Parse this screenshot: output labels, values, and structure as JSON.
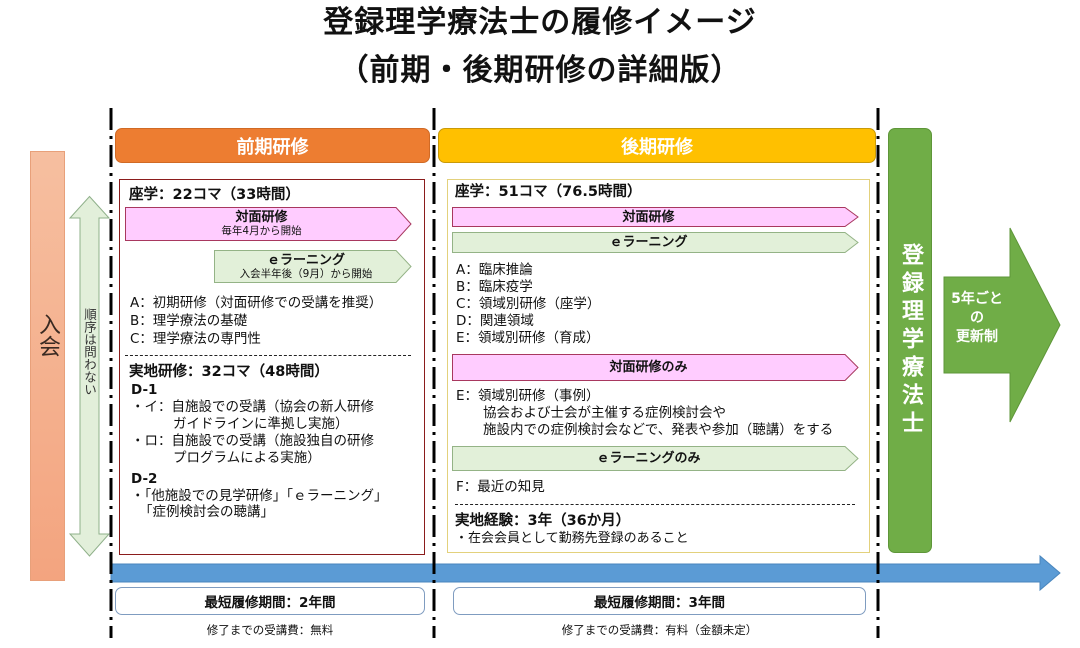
{
  "title": {
    "line1": "登録理学療法士の履修イメージ",
    "line2": "（前期・後期研修の詳細版）"
  },
  "membership": {
    "label": "入会"
  },
  "order_note": {
    "label": "順序は問わない"
  },
  "early": {
    "header": "前期研修",
    "classroom": {
      "heading": "座学：22コマ（33時間）",
      "face_to_face": {
        "label": "対面研修",
        "sub": "毎年4月から開始"
      },
      "elearning": {
        "label": "ｅラーニング",
        "sub": "入会半年後（9月）から開始"
      },
      "items": [
        "A：初期研修（対面研修での受講を推奨）",
        "B：理学療法の基礎",
        "C：理学療法の専門性"
      ]
    },
    "practical": {
      "heading": "実地研修：32コマ（48時間）",
      "d1_label": "D-1",
      "d1_items": [
        {
          "first": "・イ：自施設での受講（協会の新人研修",
          "cont": "ガイドラインに準拠し実施）"
        },
        {
          "first": "・ロ：自施設での受講（施設独自の研修",
          "cont": "プログラムによる実施）"
        }
      ],
      "d2_label": "D-2",
      "d2_items": [
        {
          "first": "・「他施設での見学研修」「ｅラーニング」",
          "cont": "「症例検討会の聴講」"
        }
      ]
    },
    "duration": "最短履修期間：2年間",
    "fee": "修了までの受講費：無料"
  },
  "late": {
    "header": "後期研修",
    "classroom": {
      "heading": "座学：51コマ（76.5時間）",
      "face_to_face": {
        "label": "対面研修"
      },
      "elearning": {
        "label": "ｅラーニング"
      },
      "items": [
        "A：臨床推論",
        "B：臨床疫学",
        "C：領域別研修（座学）",
        "D：関連領域",
        "E：領域別研修（育成）"
      ],
      "face_to_face_only": {
        "label": "対面研修のみ"
      },
      "face_to_face_only_items": [
        "E：領域別研修（事例）",
        "協会および士会が主催する症例検討会や",
        "施設内での症例検討会などで、発表や参加（聴講）をする"
      ],
      "elearning_only": {
        "label": "ｅラーニングのみ"
      },
      "elearning_only_items": [
        "F：最近の知見"
      ]
    },
    "practical": {
      "heading": "実地経験：3年（36か月）",
      "items": [
        "・在会会員として勤務先登録のあること"
      ]
    },
    "duration": "最短履修期間：3年間",
    "fee": "修了までの受講費：有料（金額未定）"
  },
  "registered": {
    "label": "登録理学療法士"
  },
  "renewal": {
    "lines": [
      "5年ごと",
      "の",
      "更新制"
    ]
  },
  "colors": {
    "early_header": "#ed7d31",
    "late_header": "#ffc000",
    "membership_bar": "#f4b183",
    "registered_bar": "#70ad47",
    "timeline_arrow": "#5b9bd5",
    "face_to_face_arrow": "#ffccff",
    "elearning_arrow": "#e2f0d9"
  }
}
